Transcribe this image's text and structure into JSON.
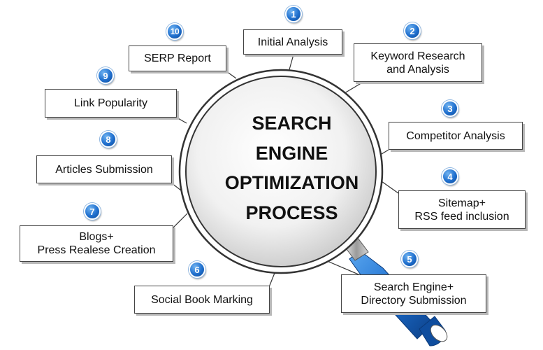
{
  "title_lines": [
    "SEARCH",
    "ENGINE",
    "OPTIMIZATION",
    "PROCESS"
  ],
  "steps": [
    {
      "number": "1",
      "lines": [
        "Initial Analysis"
      ]
    },
    {
      "number": "2",
      "lines": [
        "Keyword Research",
        "and Analysis"
      ]
    },
    {
      "number": "3",
      "lines": [
        "Competitor Analysis"
      ]
    },
    {
      "number": "4",
      "lines": [
        "Sitemap+",
        "RSS feed inclusion"
      ]
    },
    {
      "number": "5",
      "lines": [
        "Search Engine+",
        "Directory Submission"
      ]
    },
    {
      "number": "6",
      "lines": [
        "Social Book Marking"
      ]
    },
    {
      "number": "7",
      "lines": [
        "Blogs+",
        "Press Realese Creation"
      ]
    },
    {
      "number": "8",
      "lines": [
        "Articles Submission"
      ]
    },
    {
      "number": "9",
      "lines": [
        "Link Popularity"
      ]
    },
    {
      "number": "10",
      "lines": [
        "SERP Report"
      ]
    }
  ],
  "colors": {
    "badge": "#1f6fce",
    "handle": "#1d6fcf",
    "lens_ring": "#333333",
    "box_border": "#444444"
  },
  "icons": {
    "center": "magnifying-glass-icon"
  }
}
